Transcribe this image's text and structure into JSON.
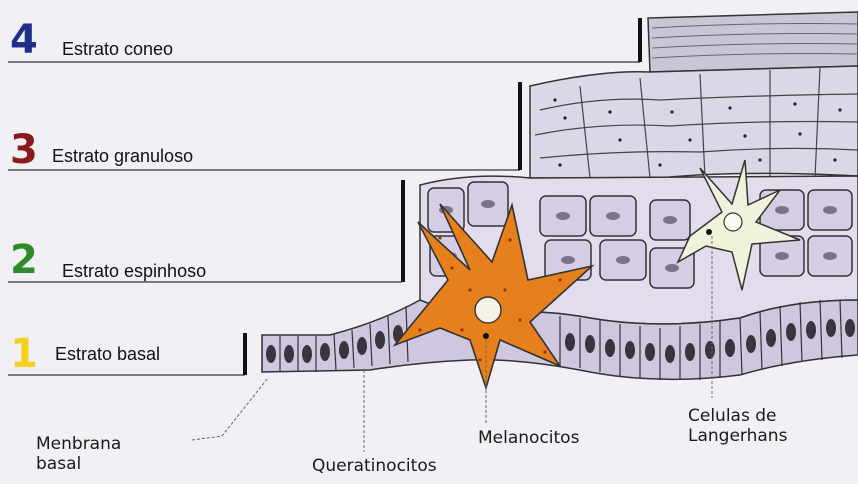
{
  "layers": [
    {
      "number": "4",
      "number_color": "#1f2f8a",
      "label": "Estrato coneo"
    },
    {
      "number": "3",
      "number_color": "#8a1b1b",
      "label": "Estrato granuloso"
    },
    {
      "number": "2",
      "number_color": "#2f8a2a",
      "label": "Estrato espinhoso"
    },
    {
      "number": "1",
      "number_color": "#f2d21c",
      "label": "Estrato basal"
    }
  ],
  "callouts": {
    "membrana_line1": "Menbrana",
    "membrana_line2": "basal",
    "queratinocitos": "Queratinocitos",
    "melanocitos": "Melanocitos",
    "langerhans_line1": "Celulas de",
    "langerhans_line2": "Langerhans"
  },
  "colors": {
    "cell_fill": "#ddd6ea",
    "cell_outline": "#2a2a2a",
    "melanocyte": "#e6801c",
    "langerhans": "#eef4dc"
  }
}
